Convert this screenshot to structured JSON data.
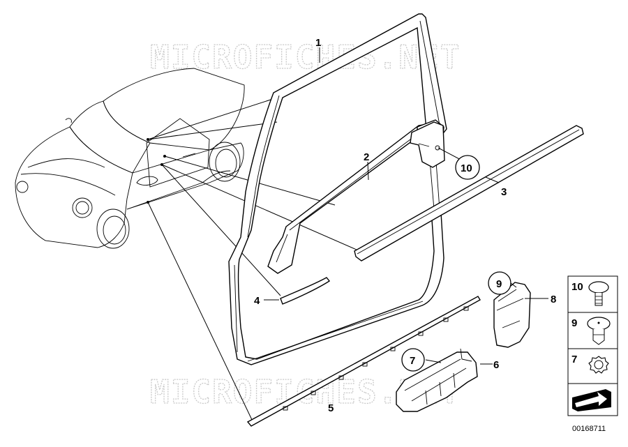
{
  "watermark": "MICROFICHES.NET",
  "diagram_id": "00168711",
  "callouts": {
    "c1": "1",
    "c2": "2",
    "c3": "3",
    "c4": "4",
    "c5": "5",
    "c6": "6",
    "c7": "7",
    "c8": "8",
    "c9": "9",
    "c10": "10"
  },
  "legend": {
    "row10": "10",
    "row9": "9",
    "row7": "7"
  },
  "colors": {
    "ink": "#000000",
    "watermark": "#c9c9c9",
    "legend_border": "#000000"
  }
}
